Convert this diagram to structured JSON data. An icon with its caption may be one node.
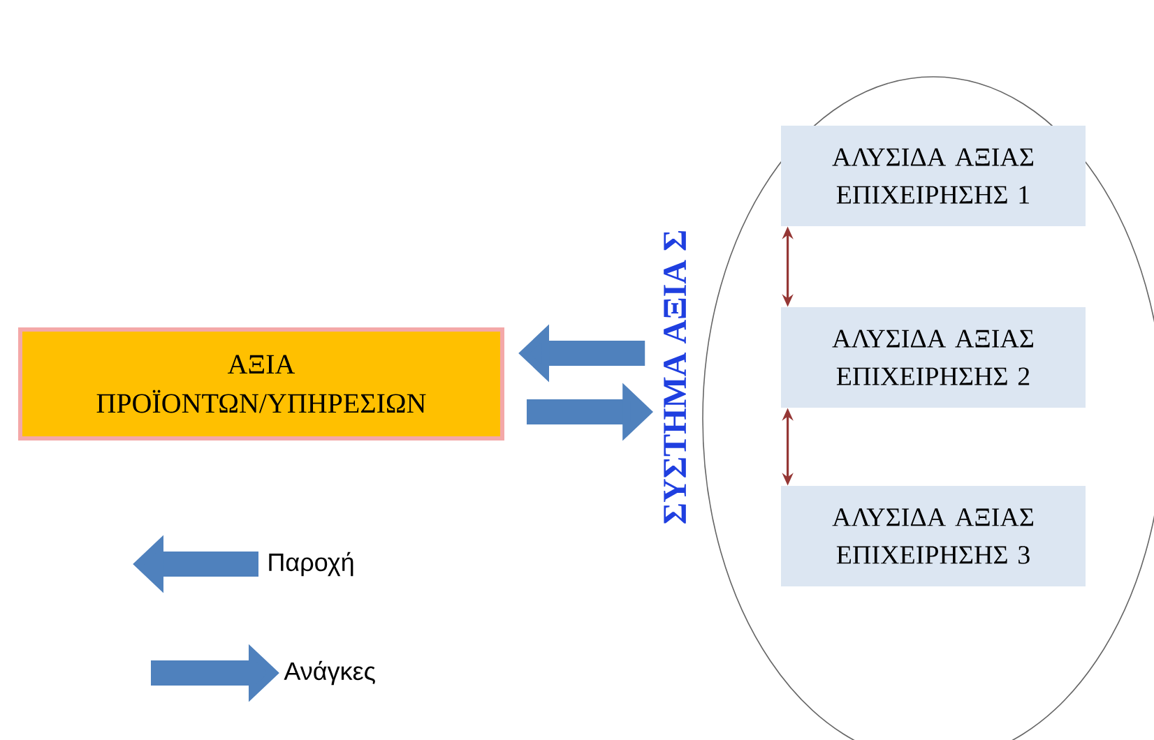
{
  "diagram": {
    "nodes": [
      {
        "text": [
          "ΣΥΣΤΗΜΑ ΑΞΙΑ Σ"
        ]
      },
      {
        "text": [
          "ΑΛΥΣΙΔΑ ΑΞΙΑΣ ΕΠΙΧΕΙΡΗΣΗΣ 1"
        ],
        "in": 0
      },
      {
        "text": [
          "ΑΛΥΣΙΔΑ ΑΞΙΑΣ ΕΠΙΧΕΙΡΗΣΗΣ 2"
        ],
        "in": 0
      },
      {
        "text": [
          "ΑΛΥΣΙΔΑ ΑΞΙΑΣ ΕΠΙΧΕΙΡΗΣΗΣ 3"
        ],
        "in": 0
      },
      {
        "text": [
          "ΑΞΙΑ ΠΡΟΪΟΝΤΩΝ/ΥΠΗΡΕΣΙΩΝ"
        ]
      }
    ],
    "edges": [
      {
        "from": 0,
        "to": 4,
        "arrow": "to",
        "style": "thick",
        "color": "#4f81bd"
      },
      {
        "from": 4,
        "to": 0,
        "arrow": "to",
        "style": "thick",
        "color": "#4f81bd"
      },
      {
        "from": 1,
        "to": 2,
        "arrow": "both",
        "color": "#953735"
      },
      {
        "from": 2,
        "to": 3,
        "arrow": "both",
        "color": "#953735"
      }
    ],
    "legend": [
      {
        "text": "Παροχή"
      },
      {
        "text": "Ανάγκες"
      }
    ]
  }
}
